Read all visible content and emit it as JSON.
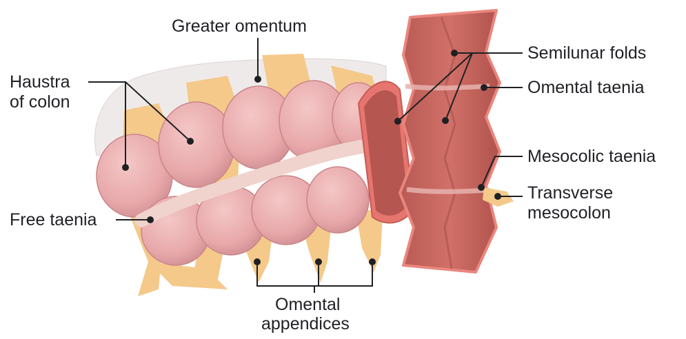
{
  "labels": {
    "greater_omentum": "Greater omentum",
    "haustra_line1": "Haustra",
    "haustra_line2": "of colon",
    "free_taenia": "Free taenia",
    "semilunar_folds": "Semilunar folds",
    "omental_taenia": "Omental taenia",
    "mesocolic_taenia": "Mesocolic taenia",
    "transverse_line1": "Transverse",
    "transverse_line2": "mesocolon",
    "appendices_line1": "Omental",
    "appendices_line2": "appendices"
  },
  "colors": {
    "haustra": "#eab0b0",
    "haustra_shade": "#d48f92",
    "fat": "#f4c98a",
    "omentum_sheet": "#efeaea",
    "colon_wall": "#c9655d",
    "colon_inner": "#a44c46",
    "taenia_band": "#f0d6d2",
    "line": "#1f2024"
  }
}
